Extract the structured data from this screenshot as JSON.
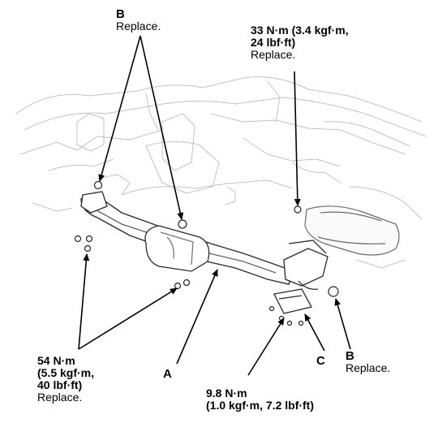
{
  "callouts": {
    "b_top": {
      "letter": "B",
      "note": "Replace."
    },
    "torque_33": {
      "line1": "33 N·m (3.4 kgf·m,",
      "line2": "24 lbf·ft)",
      "note": "Replace."
    },
    "torque_54": {
      "line1": "54 N·m",
      "line2": "(5.5 kgf·m,",
      "line3": "40 lbf·ft)",
      "note": "Replace."
    },
    "label_a": {
      "letter": "A"
    },
    "label_c": {
      "letter": "C"
    },
    "b_right": {
      "letter": "B",
      "note": "Replace."
    },
    "torque_9_8": {
      "line1": "9.8 N·m",
      "line2": "(1.0 kgf·m, 7.2 lbf·ft)"
    }
  },
  "colors": {
    "ink": "#000000",
    "faint": "#b8b8b8",
    "paper": "#ffffff"
  }
}
